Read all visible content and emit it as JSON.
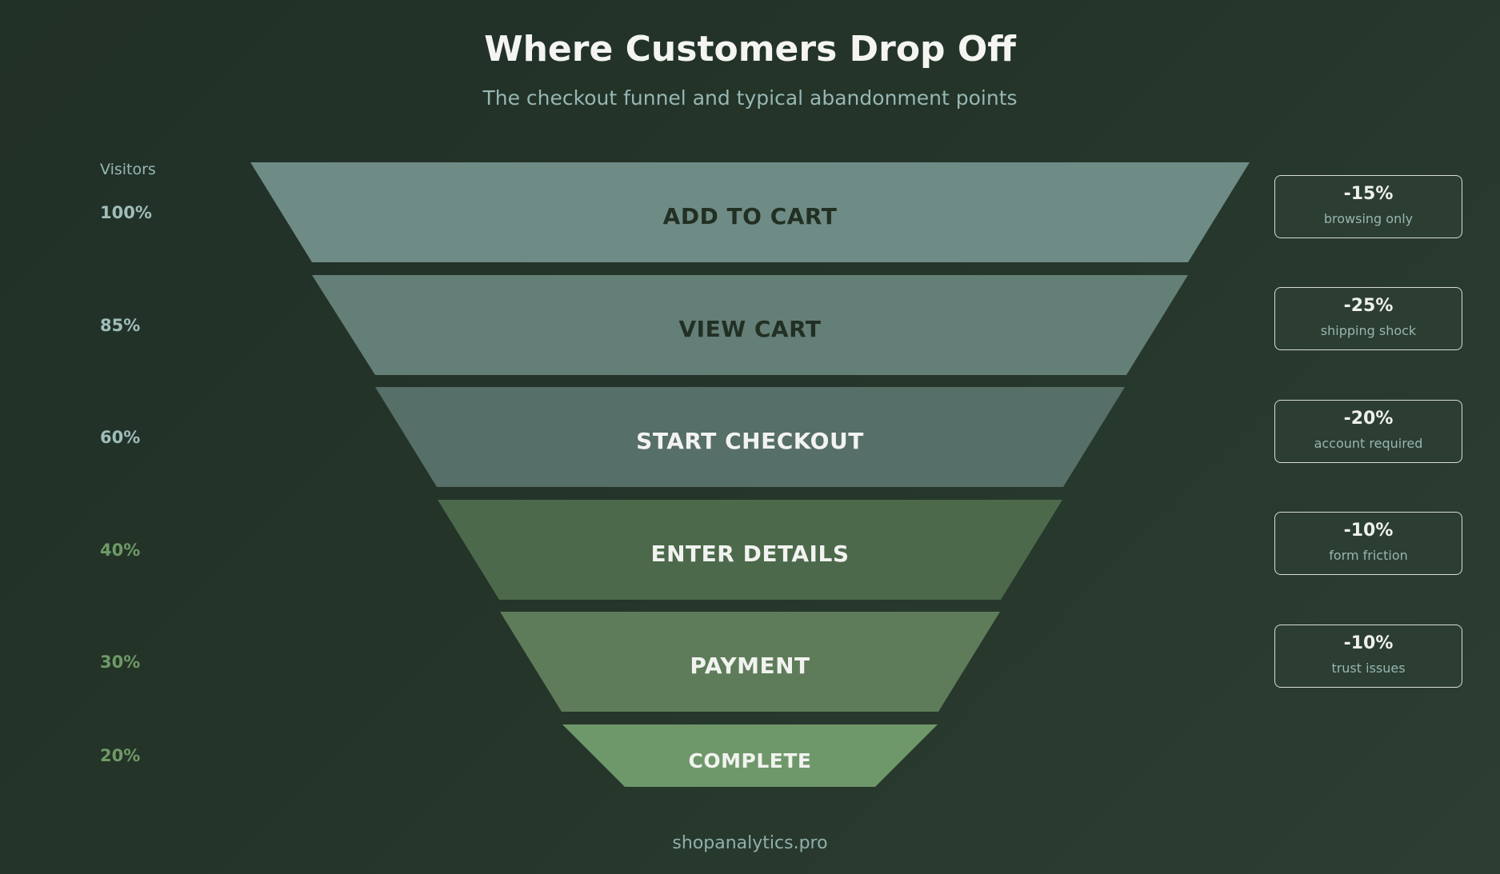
{
  "header": {
    "title": "Where Customers Drop Off",
    "subtitle": "The checkout funnel and typical abandonment points"
  },
  "axis": {
    "label": "Visitors"
  },
  "colors": {
    "background_start": "#213027",
    "background_end": "#2c3e32",
    "text_dark": "#223024",
    "text_light": "#f2f3f0",
    "pct_blue": "#9fbdbb",
    "pct_green": "#6f9a67"
  },
  "stages": [
    {
      "label": "ADD TO CART",
      "pct": "100%",
      "color": "#6f8b85",
      "label_color": "#223024",
      "pct_color": "#9fbdbb"
    },
    {
      "label": "VIEW CART",
      "pct": "85%",
      "color": "#647f77",
      "label_color": "#223024",
      "pct_color": "#9fbdbb"
    },
    {
      "label": "START CHECKOUT",
      "pct": "60%",
      "color": "#566f68",
      "label_color": "#f2f3f0",
      "pct_color": "#9fbdbb"
    },
    {
      "label": "ENTER DETAILS",
      "pct": "40%",
      "color": "#4c6a4b",
      "label_color": "#f2f3f0",
      "pct_color": "#6f9a67"
    },
    {
      "label": "PAYMENT",
      "pct": "30%",
      "color": "#5e7c59",
      "label_color": "#f2f3f0",
      "pct_color": "#6f9a67"
    },
    {
      "label": "COMPLETE",
      "pct": "20%",
      "color": "#6f986a",
      "label_color": "#f2f3f0",
      "pct_color": "#6f9a67"
    }
  ],
  "dropoffs": [
    {
      "pct": "-15%",
      "reason": "browsing only"
    },
    {
      "pct": "-25%",
      "reason": "shipping shock"
    },
    {
      "pct": "-20%",
      "reason": "account required"
    },
    {
      "pct": "-10%",
      "reason": "form friction"
    },
    {
      "pct": "-10%",
      "reason": "trust issues"
    }
  ],
  "footer": {
    "text": "shopanalytics.pro"
  },
  "chart_data": {
    "type": "funnel",
    "title": "Where Customers Drop Off",
    "subtitle": "The checkout funnel and typical abandonment points",
    "ylabel": "Visitors",
    "categories": [
      "ADD TO CART",
      "VIEW CART",
      "START CHECKOUT",
      "ENTER DETAILS",
      "PAYMENT",
      "COMPLETE"
    ],
    "values": [
      100,
      85,
      60,
      40,
      30,
      20
    ],
    "value_unit": "%",
    "dropoffs": [
      {
        "from": "ADD TO CART",
        "to": "VIEW CART",
        "change": -15,
        "reason": "browsing only"
      },
      {
        "from": "VIEW CART",
        "to": "START CHECKOUT",
        "change": -25,
        "reason": "shipping shock"
      },
      {
        "from": "START CHECKOUT",
        "to": "ENTER DETAILS",
        "change": -20,
        "reason": "account required"
      },
      {
        "from": "ENTER DETAILS",
        "to": "PAYMENT",
        "change": -10,
        "reason": "form friction"
      },
      {
        "from": "PAYMENT",
        "to": "COMPLETE",
        "change": -10,
        "reason": "trust issues"
      }
    ],
    "annotation": "shopanalytics.pro"
  }
}
